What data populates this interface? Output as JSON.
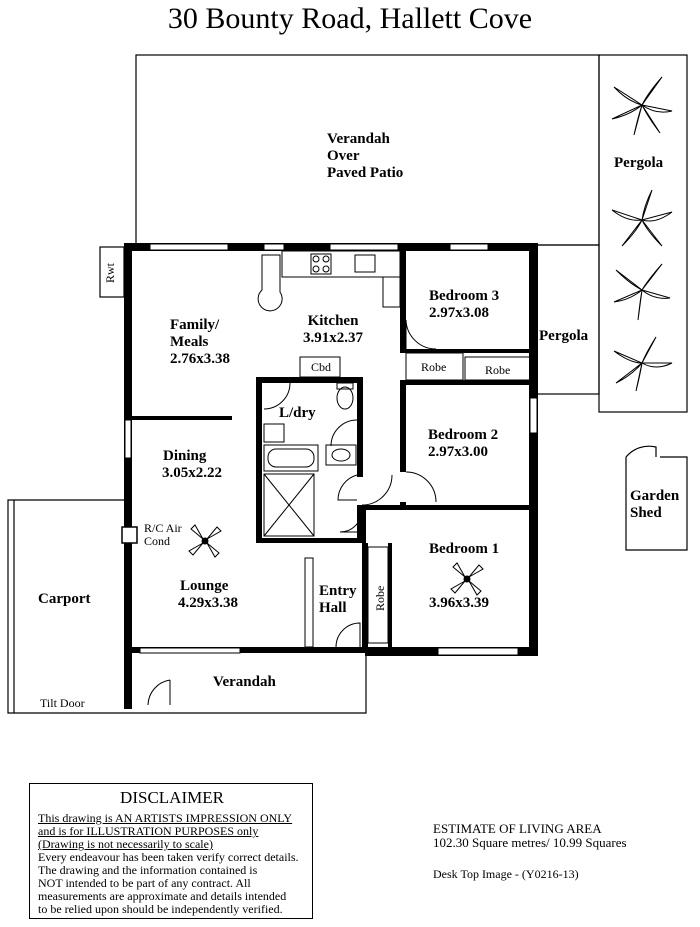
{
  "title": "30 Bounty Road, Hallett Cove",
  "rooms": {
    "verandah_patio": [
      "Verandah",
      "Over",
      "Paved Patio"
    ],
    "pergola_right": "Pergola",
    "pergola_mid": "Pergola",
    "rwt": "Rwt",
    "family": [
      "Family/",
      "Meals",
      "2.76x3.38"
    ],
    "kitchen": [
      "Kitchen",
      "3.91x2.37"
    ],
    "bedroom3": [
      "Bedroom 3",
      "2.97x3.08"
    ],
    "cbd": "Cbd",
    "robe1": "Robe",
    "robe2": "Robe",
    "laundry": "L/dry",
    "dining": [
      "Dining",
      "3.05x2.22"
    ],
    "bedroom2": [
      "Bedroom 2",
      "2.97x3.00"
    ],
    "garden_shed": [
      "Garden",
      "Shed"
    ],
    "rc_air": [
      "R/C Air",
      "Cond"
    ],
    "bedroom1": [
      "Bedroom 1",
      "3.96x3.39"
    ],
    "carport": "Carport",
    "lounge": [
      "Lounge",
      "4.29x3.38"
    ],
    "entry": [
      "Entry",
      "Hall"
    ],
    "robe3": "Robe",
    "verandah_front": "Verandah",
    "tilt_door": "Tilt Door"
  },
  "disclaimer": {
    "heading": "DISCLAIMER",
    "lines": [
      "This drawing is AN ARTISTS IMPRESSION ONLY",
      "and is for ILLUSTRATION PURPOSES only",
      "(Drawing is not necessarily to scale)",
      "Every endeavour has been taken verify correct details.",
      "The drawing and the information contained is",
      "NOT intended to be part of any contract.  All",
      "measurements are approximate and details intended",
      "to be relied upon should be independently verified."
    ]
  },
  "estimate": {
    "heading": "ESTIMATE OF LIVING AREA",
    "value": "102.30 Square metres/  10.99 Squares",
    "image_ref": "Desk Top Image - (Y0216-13)"
  }
}
